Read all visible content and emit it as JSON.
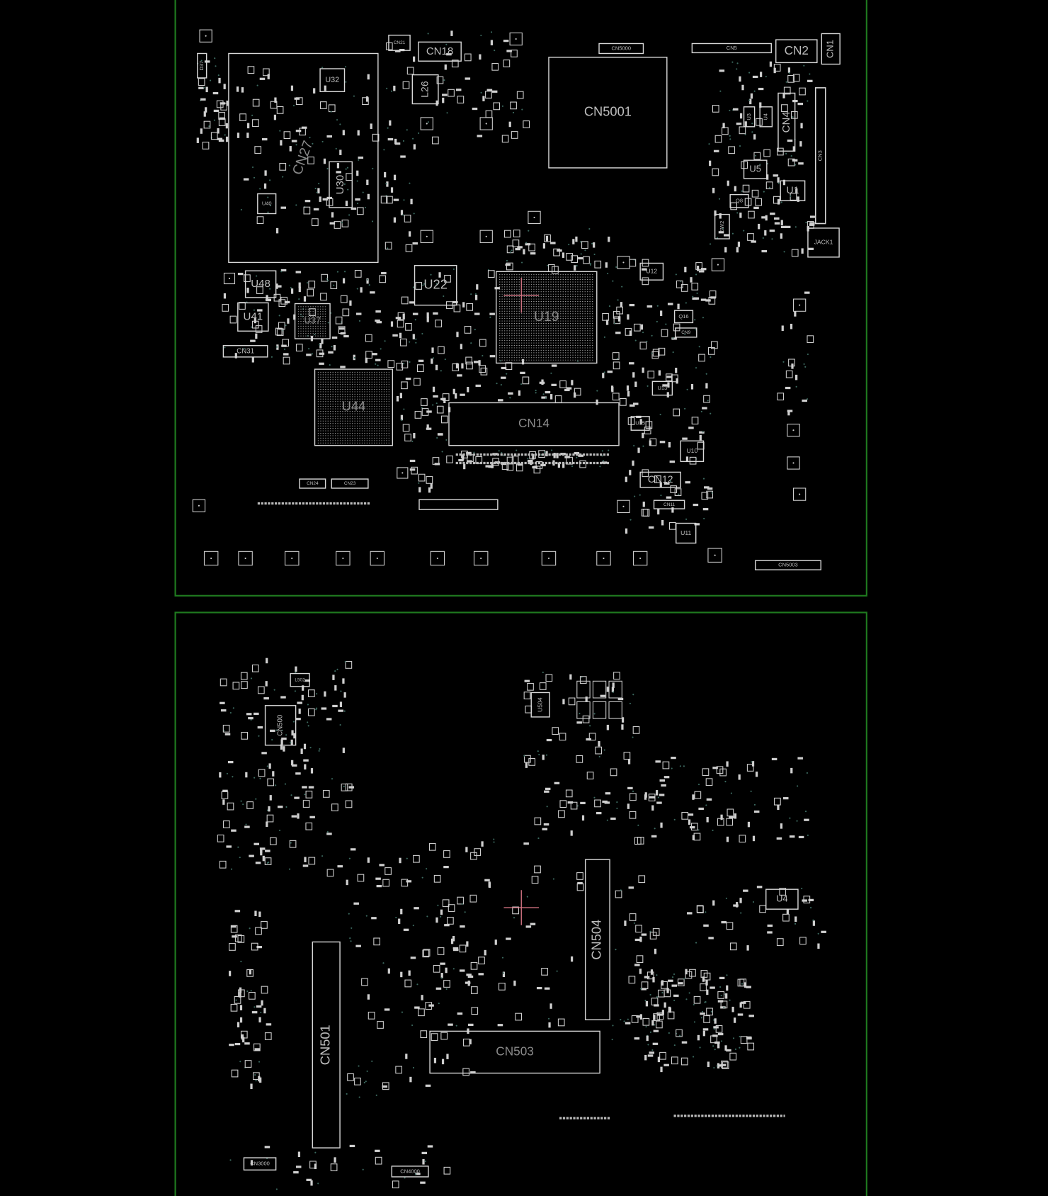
{
  "viewer": {
    "boards": [
      {
        "side": "top",
        "components": {
          "CN5001": "CN5001",
          "U19": "U19",
          "U22": "U22",
          "U44": "U44",
          "CN14": "CN14",
          "CN27": "CN27",
          "U32": "U32",
          "U30": "U30",
          "L26": "L26",
          "CN18": "CN18",
          "CN2": "CN2",
          "CN1": "CN1",
          "CN4": "CN4",
          "CN3": "CN3",
          "U5": "U5",
          "U1": "U1",
          "JACK1": "JACK1",
          "U48": "U48",
          "U41": "U41",
          "U37": "U37",
          "CN31": "CN31",
          "CN12": "CN12",
          "U10": "U10",
          "U11": "U11",
          "U12": "U12",
          "U40": "U40",
          "D37": "D37",
          "CN21": "CN21",
          "CN5": "CN5",
          "CN5000": "CN5000",
          "CN5003": "CN5003",
          "CN24": "CN24",
          "CN23": "CN23",
          "Q8": "Q8",
          "SW2": "SW2",
          "U3": "U3",
          "U4": "U4",
          "U13": "U13",
          "U15": "U15",
          "Q16": "Q16",
          "CN11": "CN11",
          "CN9": "CN9"
        }
      },
      {
        "side": "bottom",
        "components": {
          "CN504": "CN504",
          "CN501": "CN501",
          "CN503": "CN503",
          "U504": "U504",
          "CN500": "CN500",
          "L502": "L502",
          "U400": "U4",
          "CN3000": "CN3000",
          "CN4000": "CN4000"
        }
      }
    ],
    "colors": {
      "board_outline": "#1f7a1f",
      "part_outline": "#d8d8d8",
      "cursor": "#e07a8a",
      "background": "#000000"
    }
  }
}
